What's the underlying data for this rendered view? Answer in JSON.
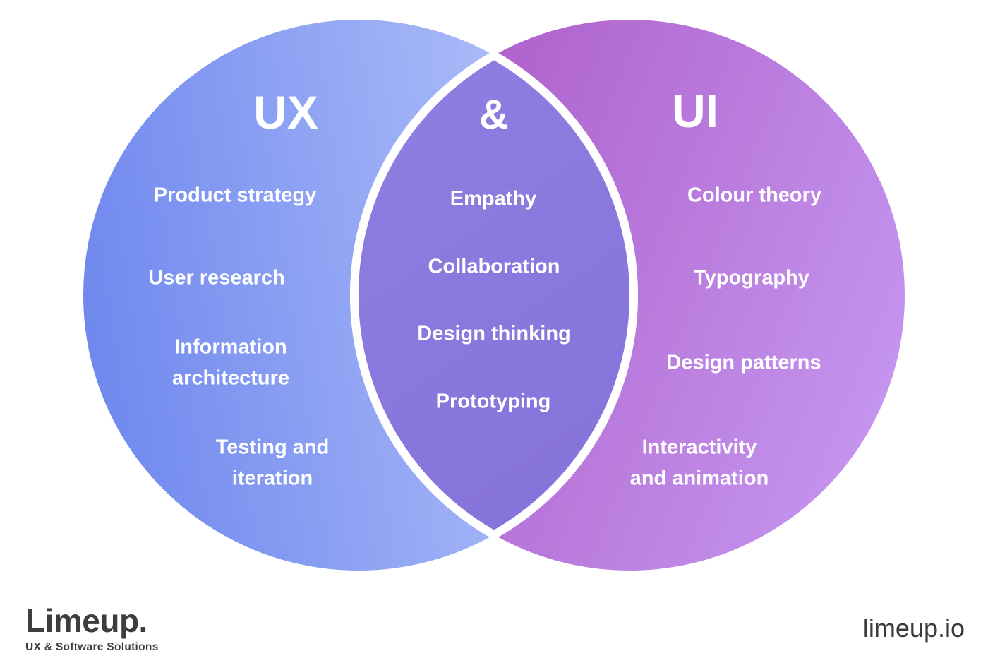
{
  "page": {
    "background": "#ffffff",
    "text_color": "#ffffff"
  },
  "diagram": {
    "type": "venn",
    "left_circle": {
      "title": "UX",
      "items": [
        "Product strategy",
        "User research",
        "Information\narchitecture",
        "Testing and\niteration"
      ],
      "gradient_start": "#7089ee",
      "gradient_end": "#b9c7fb"
    },
    "overlap": {
      "title": "&",
      "items": [
        "Empathy",
        "Collaboration",
        "Design thinking",
        "Prototyping"
      ],
      "gradient_start": "#8f7de1",
      "gradient_end": "#8673da",
      "border_color": "#ffffff"
    },
    "right_circle": {
      "title": "UI",
      "items": [
        "Colour theory",
        "Typography",
        "Design patterns",
        "Interactivity\nand animation"
      ],
      "gradient_start": "#ab58c5",
      "gradient_end": "#c494ee"
    }
  },
  "footer": {
    "brand": "Limeup.",
    "tagline": "UX & Software Solutions",
    "website": "limeup.io",
    "text_color": "#3d3d40"
  }
}
